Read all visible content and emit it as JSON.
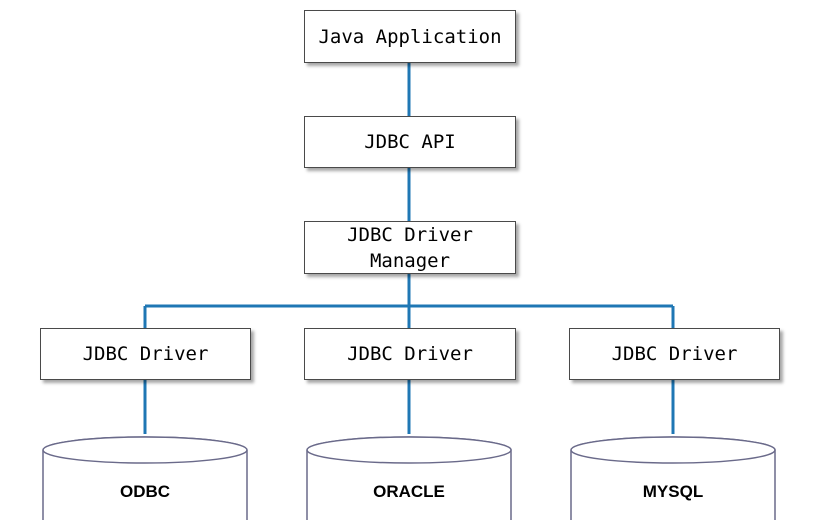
{
  "diagram": {
    "app_box": {
      "label": "Java Application"
    },
    "api_box": {
      "label": "JDBC API"
    },
    "manager_box": {
      "label": "JDBC Driver\nManager"
    },
    "drivers": [
      {
        "label": "JDBC Driver"
      },
      {
        "label": "JDBC Driver"
      },
      {
        "label": "JDBC Driver"
      }
    ],
    "databases": [
      {
        "label": "ODBC"
      },
      {
        "label": "ORACLE"
      },
      {
        "label": "MYSQL"
      }
    ]
  },
  "colors": {
    "connector": "#1F77B4",
    "box_border": "#4a4a4a",
    "db_border": "#6a6a8a"
  }
}
